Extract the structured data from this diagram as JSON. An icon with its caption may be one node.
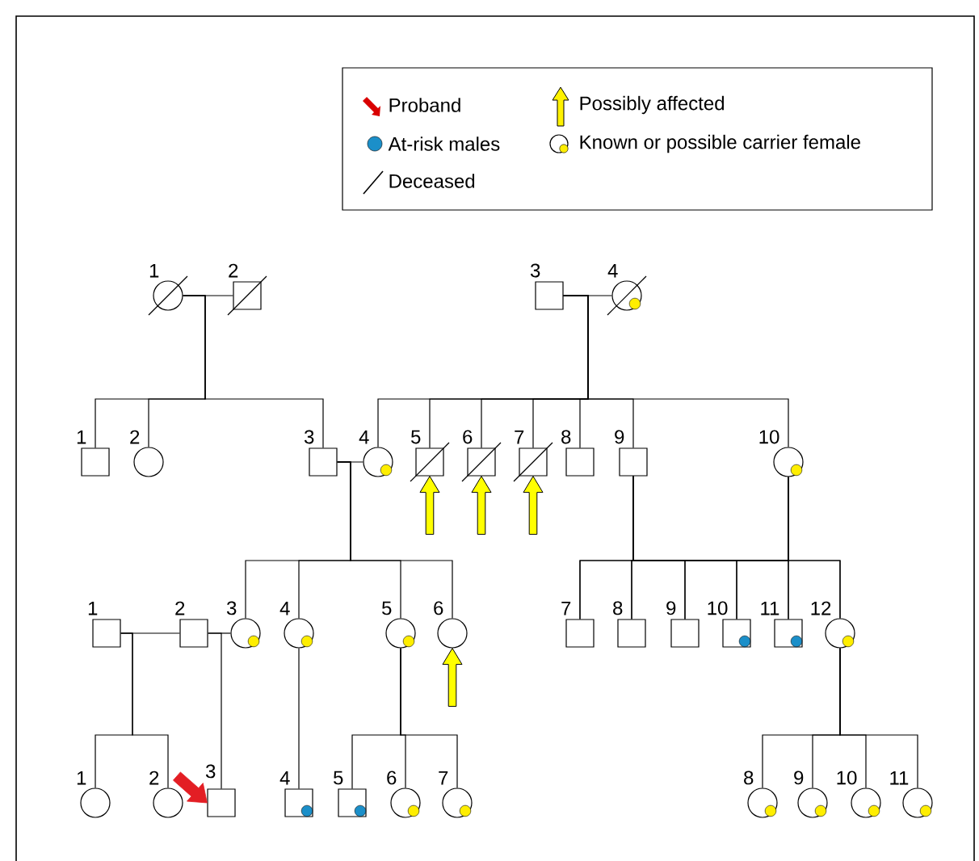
{
  "diagram": {
    "nodes": [
      {
        "text": [],
        "shape": "circle"
      },
      {
        "text": [],
        "shape": "box"
      },
      {
        "text": [],
        "shape": "box"
      },
      {
        "text": [],
        "shape": "circle"
      },
      {
        "text": [],
        "shape": "box"
      },
      {
        "text": [],
        "shape": "circle"
      },
      {
        "text": [],
        "shape": "box"
      },
      {
        "text": [],
        "shape": "circle"
      },
      {
        "text": [],
        "shape": "box"
      },
      {
        "text": [],
        "shape": "box"
      },
      {
        "text": [],
        "shape": "box"
      },
      {
        "text": [],
        "shape": "box"
      },
      {
        "text": [],
        "shape": "box"
      },
      {
        "text": [],
        "shape": "circle"
      },
      {
        "text": [],
        "shape": "box"
      },
      {
        "text": [],
        "shape": "box"
      },
      {
        "text": [],
        "shape": "circle"
      },
      {
        "text": [],
        "shape": "circle"
      },
      {
        "text": [],
        "shape": "circle"
      },
      {
        "text": [],
        "shape": "circle"
      },
      {
        "text": [],
        "shape": "box"
      },
      {
        "text": [],
        "shape": "box"
      },
      {
        "text": [],
        "shape": "box"
      },
      {
        "text": [],
        "shape": "box"
      },
      {
        "text": [],
        "shape": "box"
      },
      {
        "text": [],
        "shape": "circle"
      },
      {
        "text": [],
        "shape": "circle"
      },
      {
        "text": [],
        "shape": "circle"
      },
      {
        "text": [],
        "shape": "box"
      },
      {
        "text": [],
        "shape": "box"
      },
      {
        "text": [],
        "shape": "box"
      },
      {
        "text": [],
        "shape": "circle"
      },
      {
        "text": [],
        "shape": "circle"
      },
      {
        "text": [],
        "shape": "circle"
      },
      {
        "text": [],
        "shape": "circle"
      },
      {
        "text": [],
        "shape": "circle"
      },
      {
        "text": [],
        "shape": "circle"
      }
    ],
    "edges": [
      {
        "from": 0,
        "to": 1,
        "arrow": "none"
      },
      {
        "from": 2,
        "to": 3,
        "arrow": "none"
      },
      {
        "from": 0,
        "to": 4,
        "arrow": "none"
      },
      {
        "from": 0,
        "to": 5,
        "arrow": "none"
      },
      {
        "from": 0,
        "to": 6,
        "arrow": "none"
      },
      {
        "from": 2,
        "to": 7,
        "arrow": "none"
      },
      {
        "from": 2,
        "to": 8,
        "arrow": "none"
      },
      {
        "from": 2,
        "to": 9,
        "arrow": "none"
      },
      {
        "from": 2,
        "to": 10,
        "arrow": "none"
      },
      {
        "from": 2,
        "to": 11,
        "arrow": "none"
      },
      {
        "from": 2,
        "to": 12,
        "arrow": "none"
      },
      {
        "from": 2,
        "to": 13,
        "arrow": "none"
      },
      {
        "from": 6,
        "to": 7,
        "arrow": "none"
      },
      {
        "from": 6,
        "to": 16,
        "arrow": "none"
      },
      {
        "from": 6,
        "to": 17,
        "arrow": "none"
      },
      {
        "from": 6,
        "to": 18,
        "arrow": "none"
      },
      {
        "from": 6,
        "to": 19,
        "arrow": "none"
      },
      {
        "from": 12,
        "to": 20,
        "arrow": "none"
      },
      {
        "from": 12,
        "to": 21,
        "arrow": "none"
      },
      {
        "from": 12,
        "to": 22,
        "arrow": "none"
      },
      {
        "from": 12,
        "to": 23,
        "arrow": "none"
      },
      {
        "from": 12,
        "to": 24,
        "arrow": "none"
      },
      {
        "from": 12,
        "to": 25,
        "arrow": "none"
      },
      {
        "from": 13,
        "to": 20,
        "arrow": "none"
      },
      {
        "from": 13,
        "to": 21,
        "arrow": "none"
      },
      {
        "from": 13,
        "to": 22,
        "arrow": "none"
      },
      {
        "from": 13,
        "to": 23,
        "arrow": "none"
      },
      {
        "from": 13,
        "to": 24,
        "arrow": "none"
      },
      {
        "from": 13,
        "to": 25,
        "arrow": "none"
      },
      {
        "from": 14,
        "to": 15,
        "arrow": "none"
      },
      {
        "from": 15,
        "to": 16,
        "arrow": "none"
      },
      {
        "from": 14,
        "to": 26,
        "arrow": "none"
      },
      {
        "from": 14,
        "to": 27,
        "arrow": "none"
      },
      {
        "from": 15,
        "to": 28,
        "arrow": "none"
      },
      {
        "from": 17,
        "to": 29,
        "arrow": "none"
      },
      {
        "from": 18,
        "to": 30,
        "arrow": "none"
      },
      {
        "from": 18,
        "to": 31,
        "arrow": "none"
      },
      {
        "from": 18,
        "to": 32,
        "arrow": "none"
      },
      {
        "from": 25,
        "to": 33,
        "arrow": "none"
      },
      {
        "from": 25,
        "to": 34,
        "arrow": "none"
      },
      {
        "from": 25,
        "to": 35,
        "arrow": "none"
      },
      {
        "from": 25,
        "to": 36,
        "arrow": "none"
      },
      {
        "from": null,
        "to": 8,
        "arrow": "to",
        "color": "#ffff00"
      },
      {
        "from": null,
        "to": 9,
        "arrow": "to",
        "color": "#ffff00"
      },
      {
        "from": null,
        "to": 10,
        "arrow": "to",
        "color": "#ffff00"
      },
      {
        "from": null,
        "to": 19,
        "arrow": "to",
        "color": "#ffff00"
      },
      {
        "from": null,
        "to": 28,
        "arrow": "to",
        "color": "#e31e24"
      }
    ],
    "labels": [
      "1",
      "2",
      "3",
      "4",
      "1",
      "2",
      "3",
      "4",
      "5",
      "6",
      "7",
      "8",
      "9",
      "10",
      "1",
      "2",
      "3",
      "4",
      "5",
      "6",
      "7",
      "8",
      "9",
      "10",
      "11",
      "12",
      "1",
      "2",
      "3",
      "4",
      "5",
      "6",
      "7",
      "8",
      "9",
      "10",
      "11"
    ],
    "legend": [
      {
        "text": "Proband"
      },
      {
        "text": "Possibly affected"
      },
      {
        "text": "At-risk males",
        "color": "#1b8fc9"
      },
      {
        "text": "Known or possible carrier female"
      },
      {
        "text": "Deceased"
      }
    ]
  }
}
